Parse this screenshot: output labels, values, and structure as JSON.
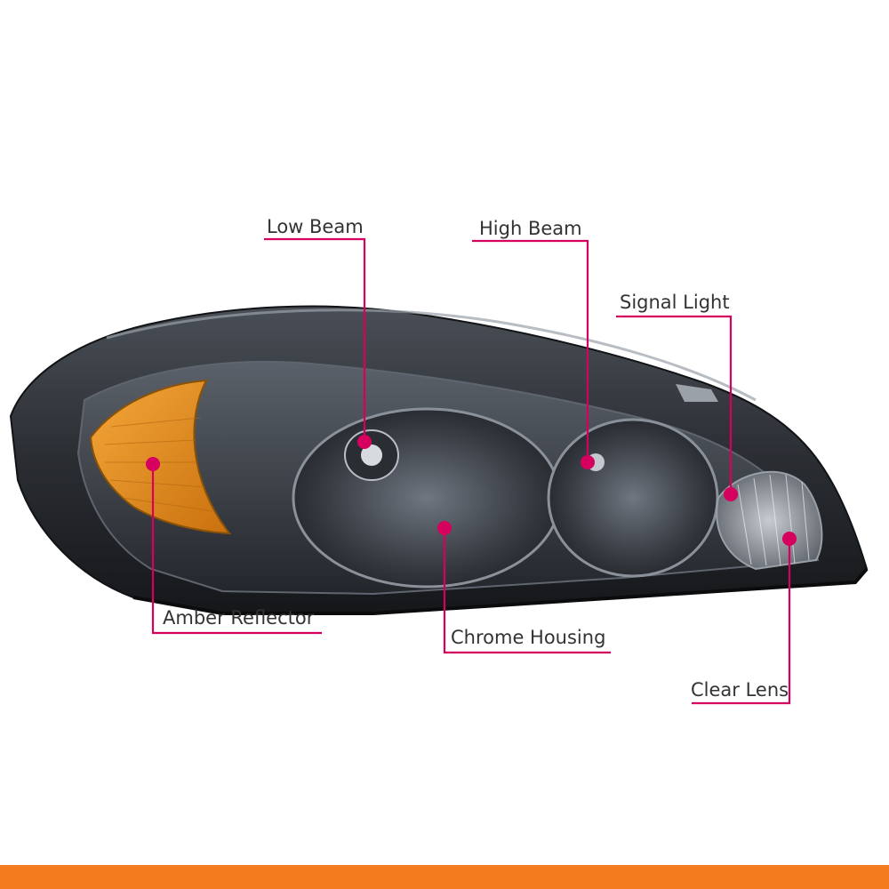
{
  "colors": {
    "callout": "#d6005f",
    "text": "#333333",
    "bottom_bar": "#f47b1e",
    "housing": "#2b2e33",
    "amber": "#e8901a",
    "lens_trim": "#8a9099"
  },
  "labels": {
    "low_beam": "Low Beam",
    "high_beam": "High Beam",
    "signal_light": "Signal Light",
    "amber_reflector": "Amber Reflector",
    "chrome_housing": "Chrome Housing",
    "clear_lens": "Clear Lens"
  },
  "icons": {
    "headlight": "headlight-assembly-illustration",
    "marker": "callout-dot-icon"
  }
}
